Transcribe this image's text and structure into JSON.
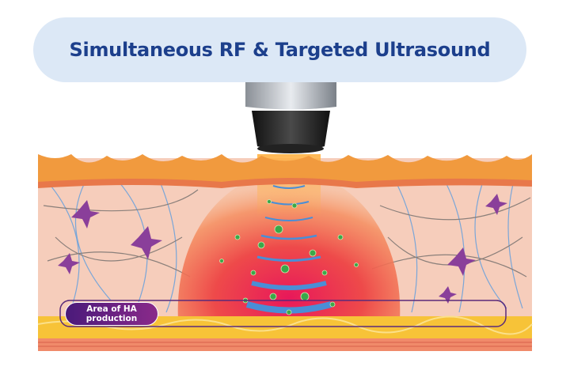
{
  "title": "Simultaneous RF & Targeted Ultrasound",
  "label": {
    "line1": "Area of HA",
    "line2": "production"
  },
  "colors": {
    "title_bg": "#dce8f6",
    "title_text": "#1c3f8c",
    "epidermis": "#f19a3e",
    "dermis": "#f6cdbb",
    "fat": "#f7c338",
    "heat": "#e8304a",
    "label": "#6a2383"
  }
}
